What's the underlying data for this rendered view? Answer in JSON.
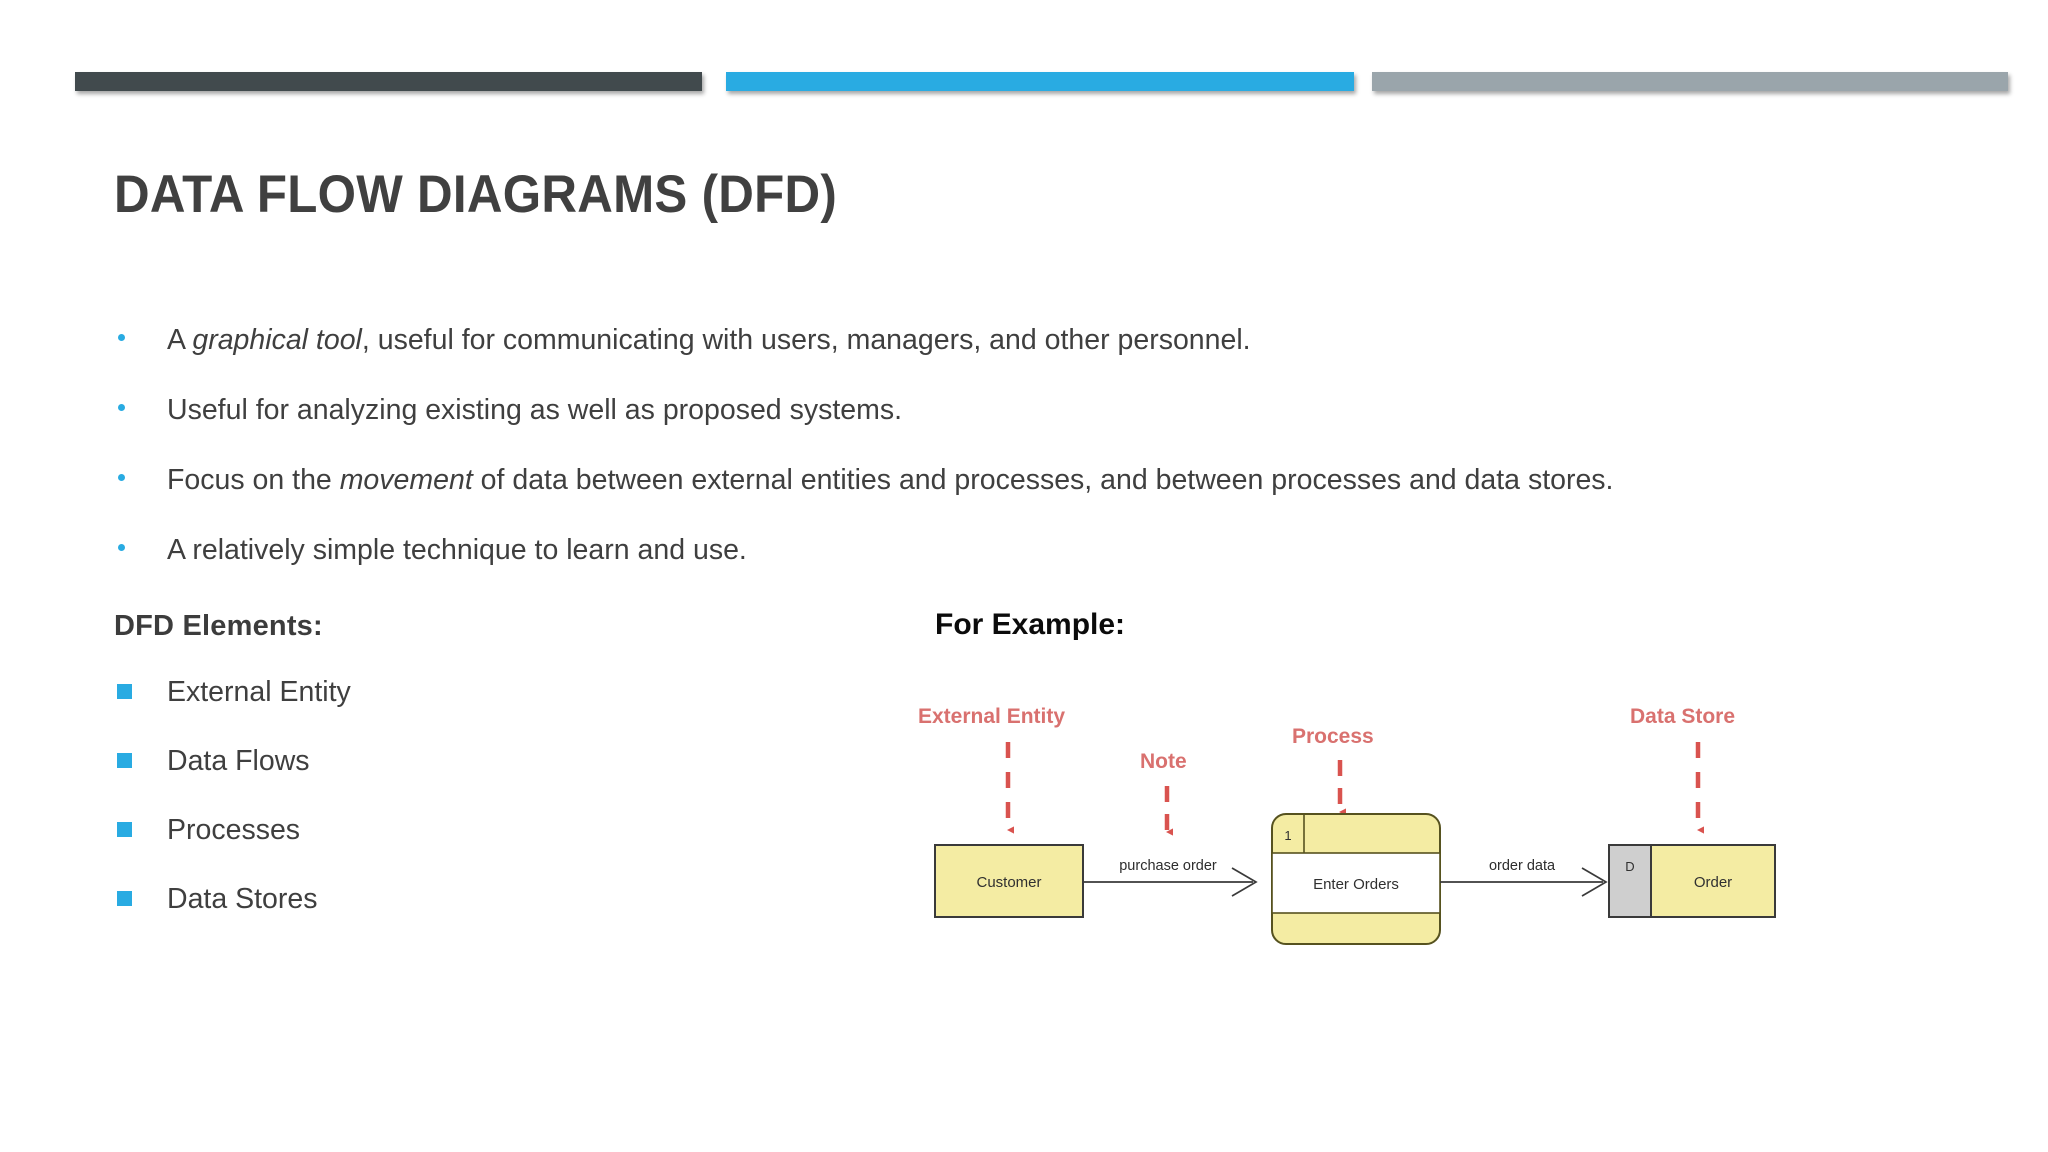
{
  "slide": {
    "title": "DATA FLOW DIAGRAMS (DFD)",
    "top_bars": [
      {
        "name": "dark",
        "color": "#414a4d"
      },
      {
        "name": "blue",
        "color": "#29abe2"
      },
      {
        "name": "gray",
        "color": "#9aa5ab"
      }
    ],
    "accent_color": "#29abe2",
    "annotation_color": "#d9716f",
    "shape_fill": "#f2e9a0",
    "datastore_key_fill": "#cfcfcf"
  },
  "bullets": [
    {
      "pre": "A ",
      "em": "graphical tool",
      "post": ", useful for communicating with users, managers, and other personnel."
    },
    {
      "pre": "Useful for analyzing existing as well as proposed systems.",
      "em": "",
      "post": ""
    },
    {
      "pre": "Focus on the ",
      "em": "movement",
      "post": " of data between external entities and processes, and between processes and data stores."
    },
    {
      "pre": "A relatively simple technique to learn and use.",
      "em": "",
      "post": ""
    }
  ],
  "elements": {
    "heading": "DFD Elements:",
    "items": [
      {
        "label": "External Entity"
      },
      {
        "label": "Data Flows"
      },
      {
        "label": "Processes"
      },
      {
        "label": "Data Stores"
      }
    ]
  },
  "example": {
    "heading": "For Example:",
    "annotations": [
      {
        "label": "External Entity"
      },
      {
        "label": "Note"
      },
      {
        "label": "Process"
      },
      {
        "label": "Data Store"
      }
    ],
    "nodes": {
      "external_entity": "Customer",
      "process_number": "1",
      "process_name": "Enter Orders",
      "datastore_key": "D",
      "datastore_name": "Order"
    },
    "flows": [
      {
        "label": "purchase order"
      },
      {
        "label": "order data"
      }
    ]
  }
}
